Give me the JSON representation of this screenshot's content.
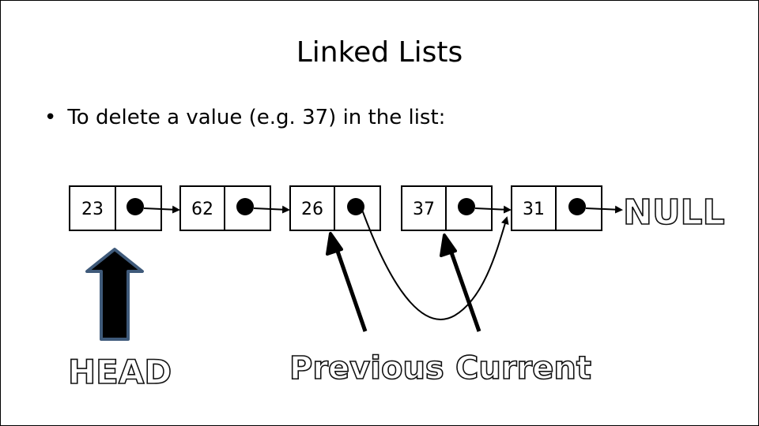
{
  "slide": {
    "title": "Linked Lists",
    "bullet_marker": "•",
    "bullet_text": "To delete a value (e.g. 37) in the list:"
  },
  "list": {
    "nodes": [
      {
        "value": "23"
      },
      {
        "value": "62"
      },
      {
        "value": "26"
      },
      {
        "value": "37"
      },
      {
        "value": "31"
      }
    ],
    "terminator": "NULL"
  },
  "pointers": {
    "head_label": "HEAD",
    "previous_label": "Previous",
    "current_label": "Current"
  },
  "colors": {
    "head_arrow_fill": "#000000",
    "head_arrow_outline": "#3f5a7a",
    "line": "#000000"
  }
}
